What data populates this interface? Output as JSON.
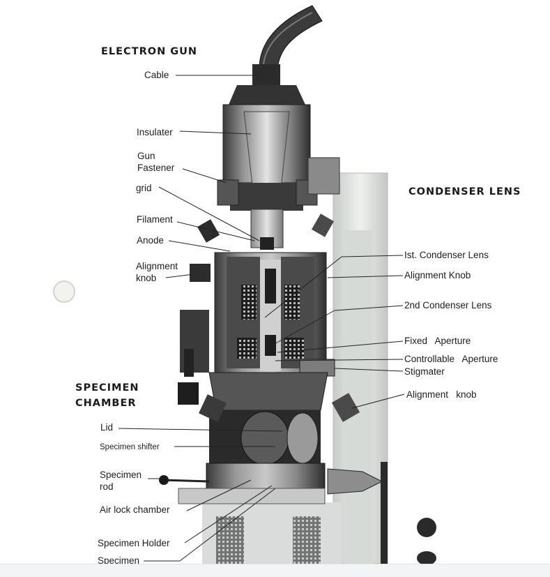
{
  "headings": {
    "electron_gun": "ELECTRON GUN",
    "condenser_lens": "CONDENSER LENS",
    "specimen_chamber": [
      "SPECIMEN",
      "CHAMBER"
    ]
  },
  "labels_left": {
    "cable": "Cable",
    "insulator": "Insulater",
    "gun_fastener": [
      "Gun",
      "Fastener"
    ],
    "grid": "grid",
    "filament": "Filament",
    "anode": "Anode",
    "alignment_knob": [
      "Alignment",
      "knob"
    ],
    "lid": "Lid",
    "specimen_shifter": "Specimen shifter",
    "specimen_rod": [
      "Specimen",
      "rod"
    ],
    "air_lock_chamber": "Air lock chamber",
    "specimen_holder": "Specimen Holder",
    "specimen": "Specimen"
  },
  "labels_right": {
    "first_condenser_lens": "Ist. Condenser Lens",
    "alignment_knob": "Alignment Knob",
    "second_condenser_lens": "2nd Condenser Lens",
    "fixed_aperture": "Fixed   Aperture",
    "controllable_aperture": "Controllable   Aperture",
    "stigmater": "Stigmater",
    "alignment_knob_lower": "Alignment   knob"
  },
  "colors": {
    "background": "#ffffff",
    "metal_dark": "#2a2a2a",
    "metal_mid": "#6e6e6e",
    "metal_light": "#bdbdbd",
    "column_back": "#dfe3e0"
  }
}
